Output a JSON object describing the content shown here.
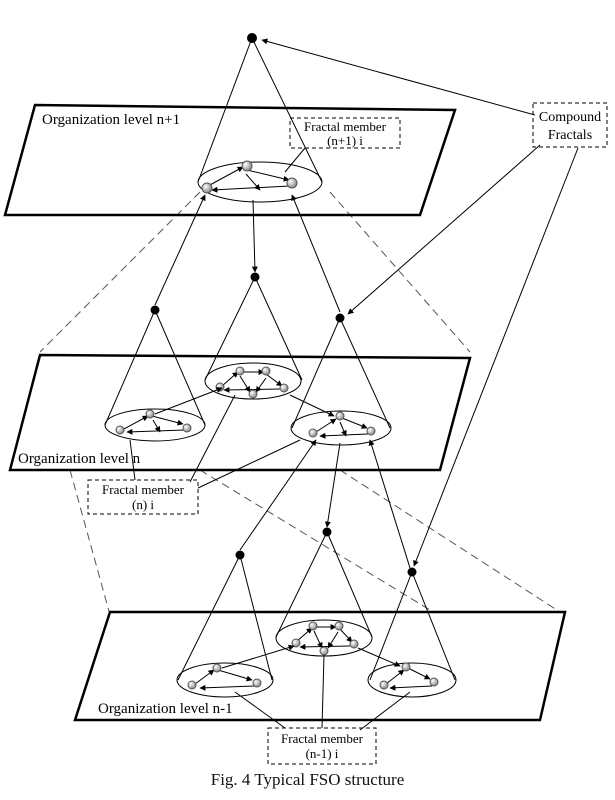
{
  "labels": {
    "level_top": "Organization level n+1",
    "level_mid": "Organization level n",
    "level_bot": "Organization level n-1",
    "compound_l1": "Compound",
    "compound_l2": "Fractals",
    "fm_top_l1": "Fractal member",
    "fm_top_l2": "(n+1) i",
    "fm_mid_l1": "Fractal member",
    "fm_mid_l2": "(n) i",
    "fm_bot_l1": "Fractal member",
    "fm_bot_l2": "(n-1) i"
  },
  "caption": "Fig. 4 Typical FSO structure"
}
